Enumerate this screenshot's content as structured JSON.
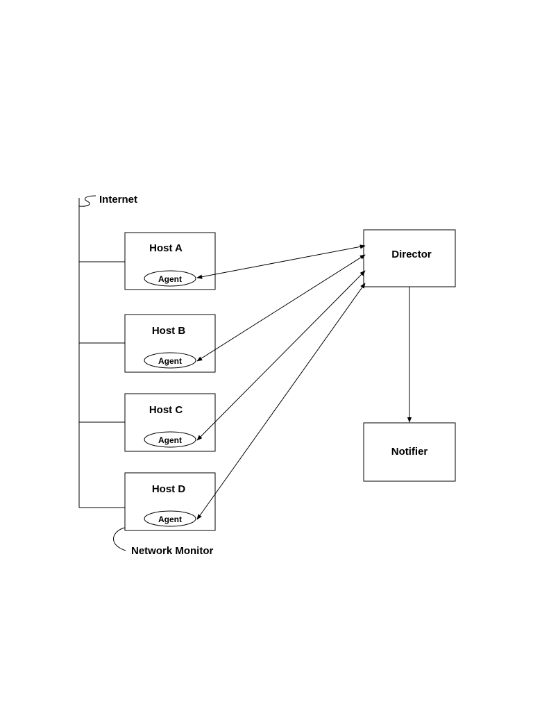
{
  "labels": {
    "internet": "Internet",
    "network_monitor": "Network Monitor",
    "director": "Director",
    "notifier": "Notifier"
  },
  "hosts": [
    {
      "name": "Host A",
      "agent": "Agent"
    },
    {
      "name": "Host B",
      "agent": "Agent"
    },
    {
      "name": "Host C",
      "agent": "Agent"
    },
    {
      "name": "Host D",
      "agent": "Agent"
    }
  ]
}
